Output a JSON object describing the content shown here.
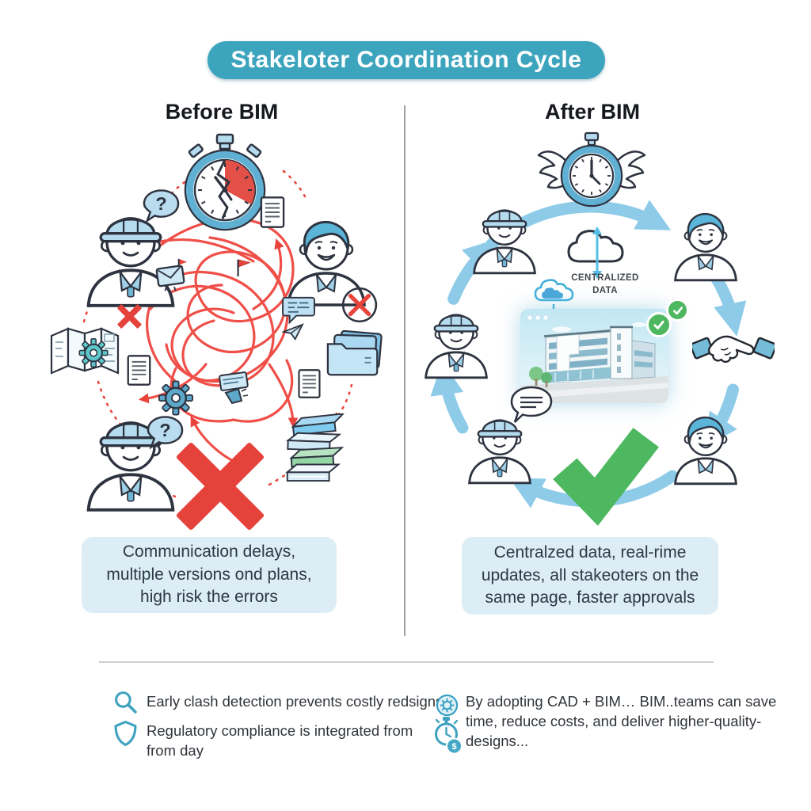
{
  "title": "Stakeloter Coordination Cycle",
  "panels": {
    "before": {
      "heading": "Before BIM",
      "summary": "Communication delays,\nmultiple versions ond plans,\nhigh risk the errors",
      "question_top": "?",
      "question_bottom": "?"
    },
    "after": {
      "heading": "After BIM",
      "cloud_label": "CENTRALIZED\nDATA",
      "summary": "Centralzed data, real-rime\nupdates, all stakeoters on the\nsame page, faster approvals"
    }
  },
  "footer": {
    "items_left": [
      {
        "icon": "magnifier-icon",
        "text": "Early clash detection prevents costly redsigns"
      },
      {
        "icon": "shield-icon",
        "text": "Regulatory compliance is integrated from\nfrom day"
      }
    ],
    "item_right": {
      "icon": "gear-badge-icon",
      "text": "By adopting CAD + BIM… BIM..teams can save\ntime, reduce costs, and deliver higher-quality-\ndesigns...",
      "secondary_icon": "stopwatch-coin-icon",
      "coin_symbol": "$"
    }
  },
  "icons": {
    "broken-stopwatch-icon": "⏱",
    "winged-stopwatch-icon": "⏱",
    "question-bubble-icon": "?",
    "red-cross-icon": "✕",
    "circle-cross-icon": "⊗",
    "green-check-icon": "✓",
    "handshake-icon": "🤝",
    "cloud-sync-icon": "☁",
    "document-icon": "🗎",
    "folder-icon": "🗀",
    "books-icon": "📚",
    "map-icon": "🗺",
    "gear-icon": "⚙",
    "mail-icon": "✉",
    "flag-icon": "⚑",
    "paper-plane-icon": "✈",
    "speech-bubble-icon": "💬",
    "magnifier-icon": "🔍",
    "shield-icon": "🛡",
    "gear-badge-icon": "⚙",
    "stopwatch-coin-icon": "⏱"
  },
  "colors": {
    "banner_teal": "#3da4be",
    "box_blue": "#dcedf5",
    "chaos_red": "#e8443c",
    "success_green": "#4db85f",
    "cycle_blue": "#8ecbe9",
    "outline_dark": "#2e3340",
    "people_blue": "#b5dcee",
    "footer_teal": "#3fa3c0"
  }
}
